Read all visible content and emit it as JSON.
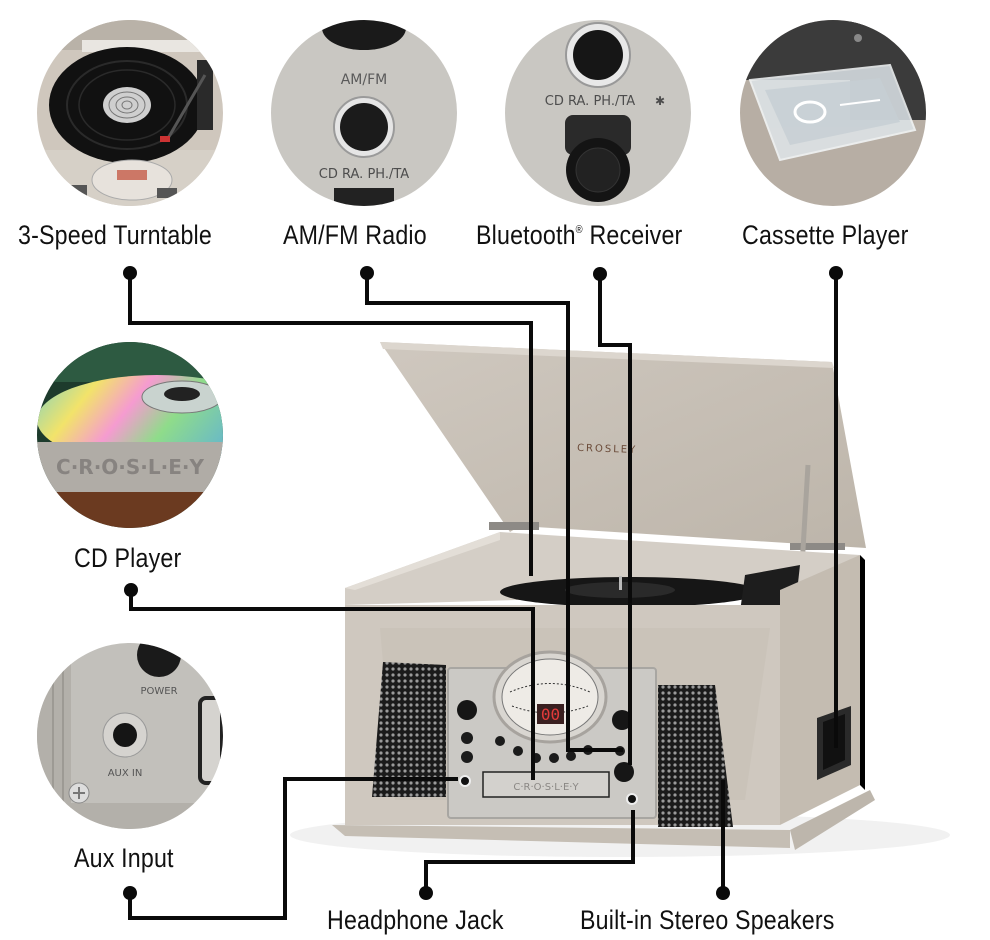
{
  "features": [
    {
      "id": "turntable",
      "label": "3-Speed Turntable"
    },
    {
      "id": "radio",
      "label": "AM/FM Radio"
    },
    {
      "id": "bluetooth",
      "label": "Bluetooth",
      "label_mark": "®",
      "label_suffix": " Receiver"
    },
    {
      "id": "cassette",
      "label": "Cassette Player"
    },
    {
      "id": "cd",
      "label": "CD Player"
    },
    {
      "id": "aux",
      "label": "Aux Input"
    },
    {
      "id": "headphone",
      "label": "Headphone Jack"
    },
    {
      "id": "speakers",
      "label": "Built-in Stereo Speakers"
    }
  ],
  "closeups": {
    "radio_band": "AM/FM",
    "function_text": "CD RA. PH./TA",
    "bluetooth_symbol": "✱",
    "cd_brand": "C·R·O·S·L·E·Y",
    "aux_power": "POWER",
    "aux_in": "AUX IN"
  },
  "product": {
    "brand": "CROSLEY",
    "display": "00",
    "cd_slot_brand": "C·R·O·S·L·E·Y"
  },
  "colors": {
    "line": "#0a0a0a",
    "wood": "#c9c2b8",
    "panel": "#c8c6c2",
    "display_red": "#e23a3a"
  }
}
